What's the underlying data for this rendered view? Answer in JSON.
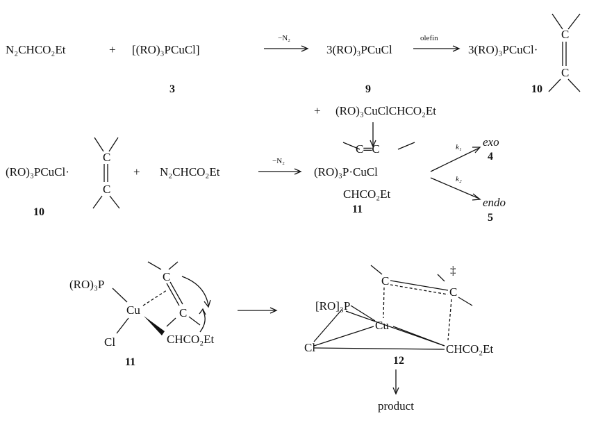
{
  "row1": {
    "diazo": "N₂CHCO₂Et",
    "plus": "+",
    "catalyst": "[(RO)₃PCuCl]",
    "catalyst_num": "3",
    "arrow1_label": "−N₂",
    "monomer": "3(RO)₃PCuCl",
    "monomer_num": "9",
    "arrow2_label": "olefin",
    "complex": "3(RO)₃PCuCl·",
    "complex_num": "10",
    "olefin_c_top": "C",
    "olefin_c_bottom": "C",
    "byproduct_plus": "+",
    "byproduct": "(RO)₃CuClCHCO₂Et"
  },
  "row2": {
    "complex": "(RO)₃PCuCl·",
    "olefin_c_top": "C",
    "olefin_c_bottom": "C",
    "complex_num": "10",
    "plus": "+",
    "diazo": "N₂CHCO₂Et",
    "arrow_label": "−N₂",
    "intermediate_olefin": "C═C",
    "intermediate_metal": "(RO)₃P·CuCl",
    "intermediate_carbene": "CHCO₂Et",
    "intermediate_num": "11",
    "k1": "k₁",
    "k2": "k₂",
    "exo": "exo",
    "exo_num": "4",
    "endo": "endo",
    "endo_num": "5"
  },
  "row3": {
    "ligand": "(RO)₃P",
    "cu": "Cu",
    "cl": "Cl",
    "c_top": "C",
    "c_bottom": "C",
    "carbene": "CHCO₂Et",
    "num11": "11",
    "ts_ligand": "[RO]₃P",
    "ts_cu": "Cu",
    "ts_cl": "Cl",
    "ts_c1": "C",
    "ts_c2": "C",
    "ts_carbene": "CHCO₂Et",
    "ts_dagger": "‡",
    "ts_num": "12",
    "product": "product"
  }
}
